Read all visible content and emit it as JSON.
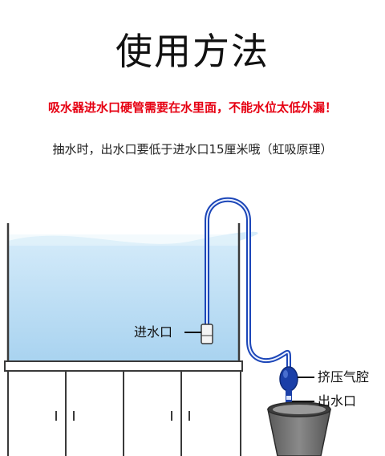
{
  "title": "使用方法",
  "warning": "吸水器进水口硬管需要在水里面，不能水位太低外漏！",
  "instruction": "抽水时，出水口要低于进水口15厘米哦（虹吸原理）",
  "labels": {
    "inlet": "进水口",
    "bulb": "挤压气腔",
    "outlet": "出水口"
  },
  "colors": {
    "warning": "#e60012",
    "water": "#c6e3f6",
    "tube": "#2255cc",
    "bulb": "#1a3fa8"
  }
}
